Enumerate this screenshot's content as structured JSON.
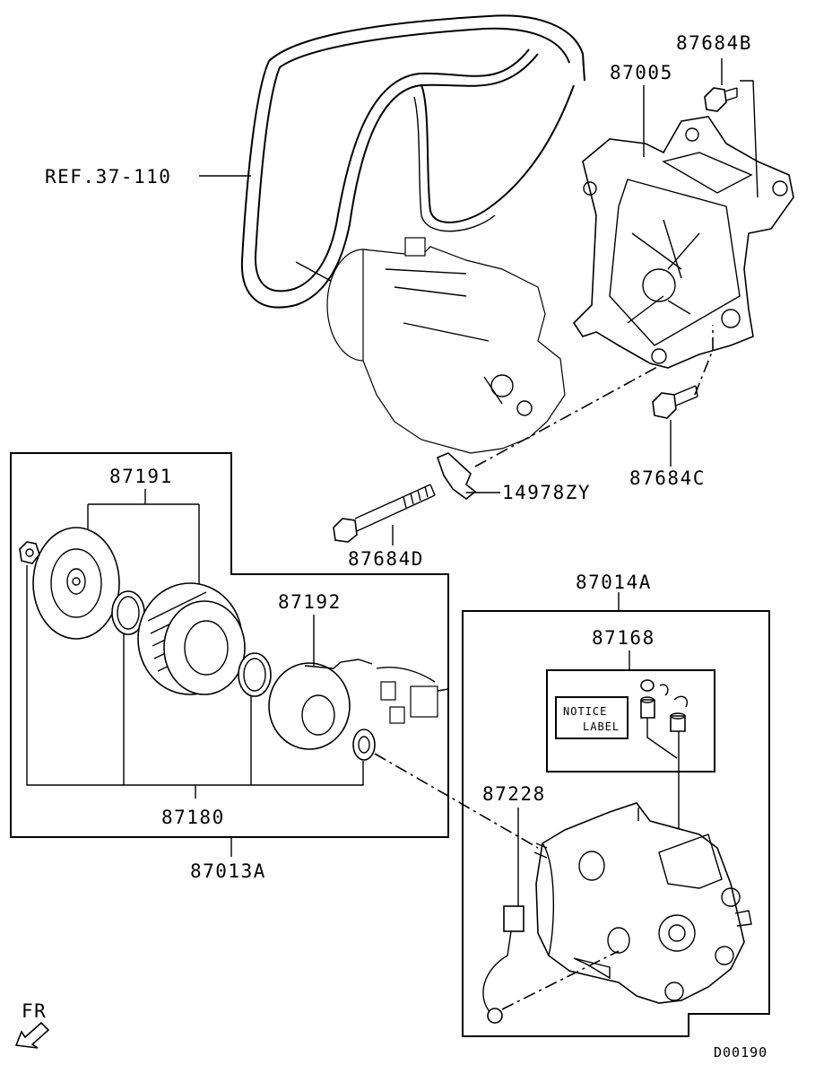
{
  "labels": {
    "ref_37_110": "REF.37-110",
    "p87005": "87005",
    "p87684B": "87684B",
    "p87684C": "87684C",
    "p87684D": "87684D",
    "p14978ZY": "14978ZY",
    "p87191": "87191",
    "p87192": "87192",
    "p87180": "87180",
    "p87013A": "87013A",
    "p87014A": "87014A",
    "p87168": "87168",
    "p87228": "87228",
    "notice_line1": "NOTICE",
    "notice_line2": "LABEL",
    "fr": "FR",
    "diagram_code": "D00190"
  },
  "icons": {
    "front_arrow": "arrow-down-left-icon"
  }
}
